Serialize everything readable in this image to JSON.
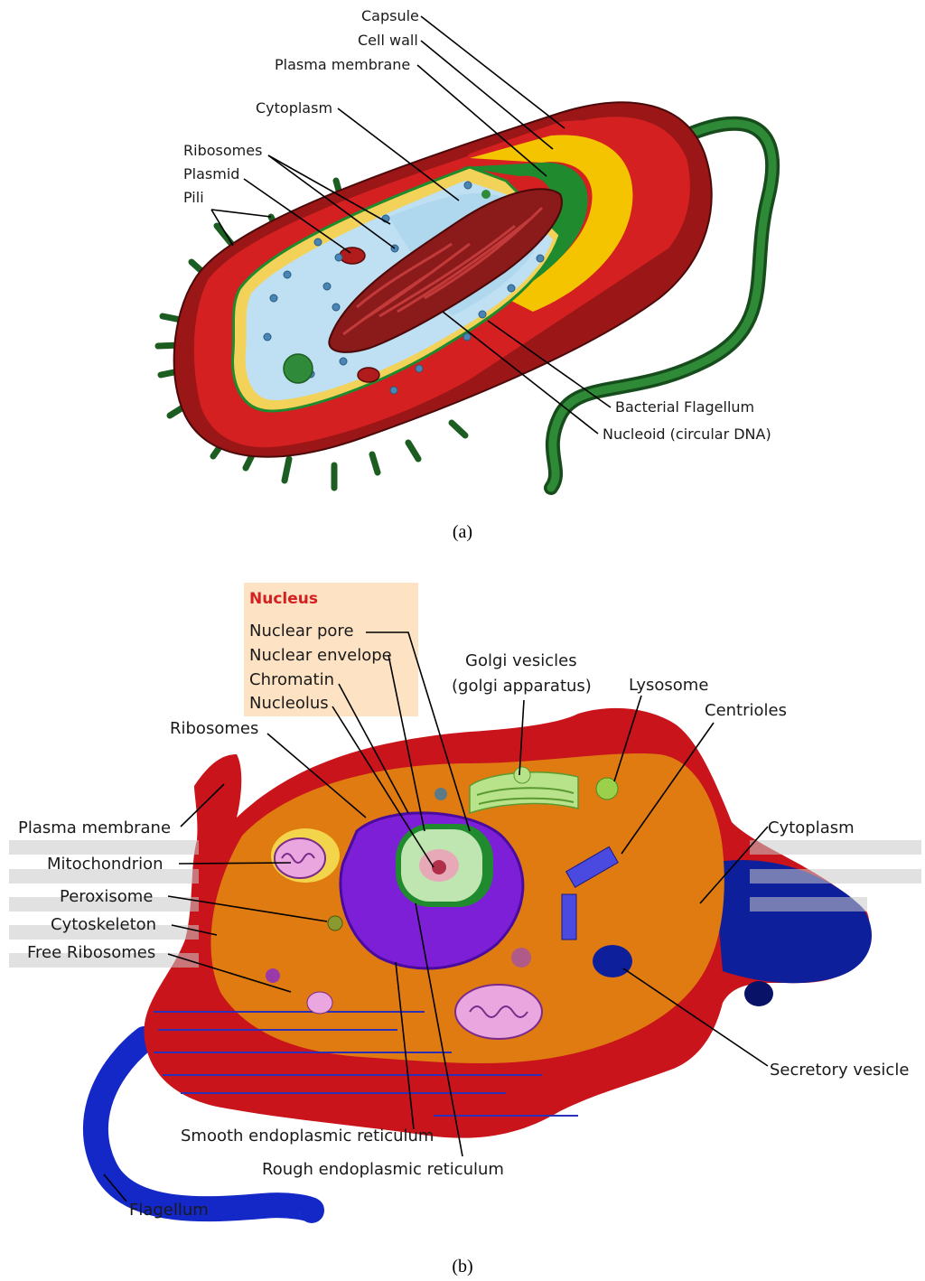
{
  "panel_a": {
    "caption": "(a)",
    "labels": {
      "capsule": "Capsule",
      "cell_wall": "Cell wall",
      "plasma_membrane": "Plasma membrane",
      "cytoplasm": "Cytoplasm",
      "ribosomes": "Ribosomes",
      "plasmid": "Plasmid",
      "pili": "Pili",
      "bacterial_flagellum": "Bacterial Flagellum",
      "nucleoid": "Nucleoid (circular DNA)"
    }
  },
  "panel_b": {
    "caption": "(b)",
    "nucleus_box": {
      "title": "Nucleus",
      "items": [
        "Nuclear pore",
        "Nuclear envelope",
        "Chromatin",
        "Nucleolus"
      ]
    },
    "labels": {
      "golgi_1": "Golgi vesicles",
      "golgi_2": "(golgi apparatus)",
      "lysosome": "Lysosome",
      "centrioles": "Centrioles",
      "ribosomes": "Ribosomes",
      "plasma_membrane": "Plasma membrane",
      "mitochondrion": "Mitochondrion",
      "peroxisome": "Peroxisome",
      "cytoskeleton": "Cytoskeleton",
      "free_ribosomes": "Free Ribosomes",
      "cytoplasm": "Cytoplasm",
      "secretory_vesicle": "Secretory vesicle",
      "smooth_er": "Smooth endoplasmic reticulum",
      "rough_er": "Rough endoplasmic reticulum",
      "flagellum": "Flagellum"
    }
  },
  "colors": {
    "capsule_red": "#b01c1c",
    "wall_yellow": "#f5c400",
    "membrane_green": "#1f8a2e",
    "cytoplasm_blue": "#bfe0f2",
    "nucleoid_red": "#8b1a1a",
    "eukaryote_red": "#c8141a",
    "eukaryote_orange": "#e07b12",
    "eukaryote_blue": "#1a2db0",
    "nucleus_box_bg": "#fde3c4",
    "nucleus_title": "#d42020"
  }
}
